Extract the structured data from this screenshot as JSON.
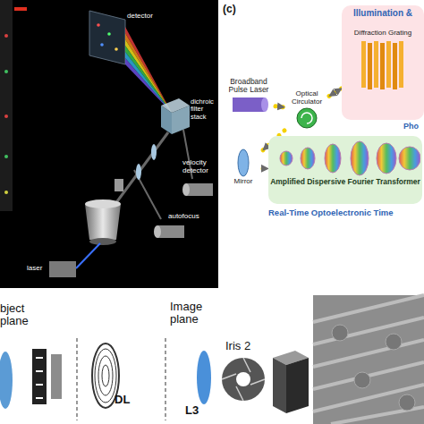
{
  "diagram": {
    "nodes": [
      {
        "text": [
          "Broadband Pulse Laser"
        ]
      },
      {
        "text": [
          "Optical Circulator"
        ]
      },
      {
        "text": [
          "Illumination &"
        ]
      },
      {
        "text": [
          "Diffraction Grating"
        ],
        "in": 2
      },
      {
        "text": [
          "Mirror"
        ]
      },
      {
        "text": [
          "Amplified Dispersive Fourier Transformer"
        ]
      }
    ],
    "edges": [
      {
        "from": 0,
        "to": 1,
        "arrow": "to"
      },
      {
        "from": 1,
        "to": 2,
        "arrow": "both"
      },
      {
        "from": 1,
        "to": 4,
        "arrow": "to"
      },
      {
        "from": 4,
        "to": 5,
        "arrow": "to"
      }
    ],
    "labels": [
      "detector",
      "dichroic filter stack",
      "velocity detector",
      "autofocus",
      "laser",
      "(c)",
      "Pho",
      "Real-Time Optoelectronic Time",
      "bject plane",
      "Image plane",
      "DL",
      "L3",
      "Iris 2"
    ]
  }
}
